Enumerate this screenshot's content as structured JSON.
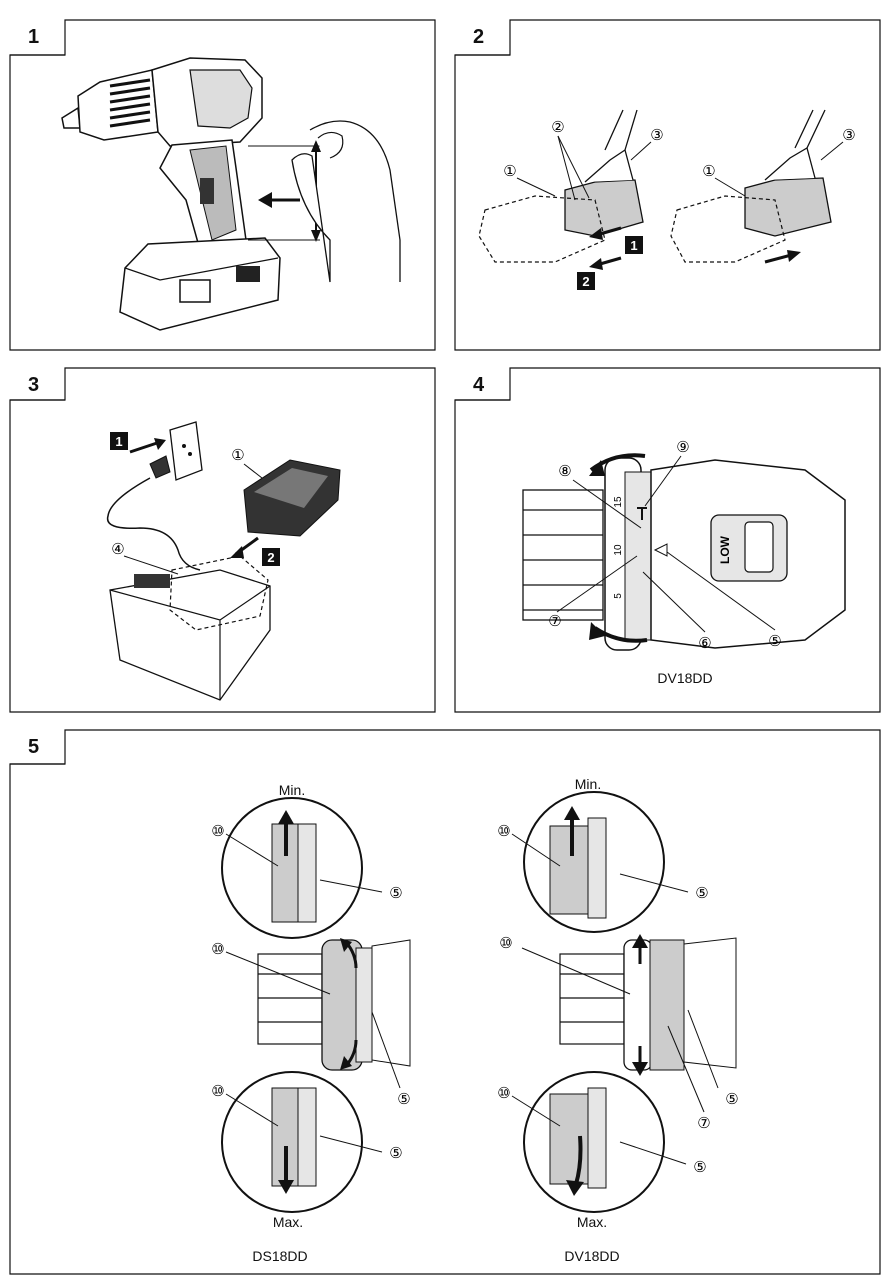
{
  "panels": [
    {
      "number": "1"
    },
    {
      "number": "2",
      "callouts": [
        "①",
        "②",
        "③",
        "①",
        "③"
      ],
      "steps": [
        "1",
        "2"
      ]
    },
    {
      "number": "3",
      "callouts": [
        "①",
        "④"
      ],
      "steps": [
        "1",
        "2"
      ]
    },
    {
      "number": "4",
      "callouts": [
        "⑨",
        "⑧",
        "⑦",
        "⑥",
        "⑤"
      ],
      "caption": "DV18DD",
      "scale_labels": [
        "15",
        "10",
        "5"
      ],
      "button_text": "LOW"
    },
    {
      "number": "5",
      "left": {
        "model": "DS18DD",
        "min_label": "Min.",
        "max_label": "Max.",
        "callouts": [
          "⑩",
          "⑤",
          "⑩",
          "⑤",
          "⑩",
          "⑤"
        ]
      },
      "right": {
        "model": "DV18DD",
        "min_label": "Min.",
        "max_label": "Max.",
        "callouts": [
          "⑩",
          "⑤",
          "⑩",
          "⑤",
          "⑦",
          "⑩",
          "⑤"
        ]
      }
    }
  ]
}
